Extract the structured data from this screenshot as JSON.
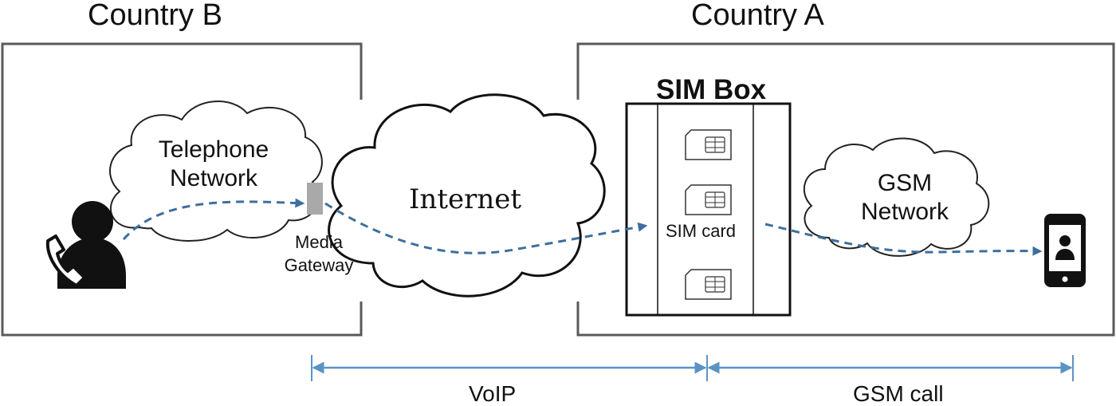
{
  "country_b": "Country B",
  "country_a": "Country A",
  "clouds": {
    "telephone_line1": "Telephone",
    "telephone_line2": "Network",
    "internet": "Internet",
    "gsm_line1": "GSM",
    "gsm_line2": "Network"
  },
  "gateway": {
    "line1": "Media",
    "line2": "Gateway"
  },
  "sim_box": {
    "title": "SIM Box",
    "card_label": "SIM card"
  },
  "spans": {
    "voip": "VoIP",
    "gsm_call": "GSM call"
  },
  "icons": [
    "caller-icon",
    "sim-card-icon",
    "smartphone-icon"
  ],
  "colors": {
    "flow_arrow": "#3d6f9e",
    "span_arrow": "#5b93c5",
    "gateway": "#a9a9a9",
    "frame": "#5a5a5a"
  }
}
